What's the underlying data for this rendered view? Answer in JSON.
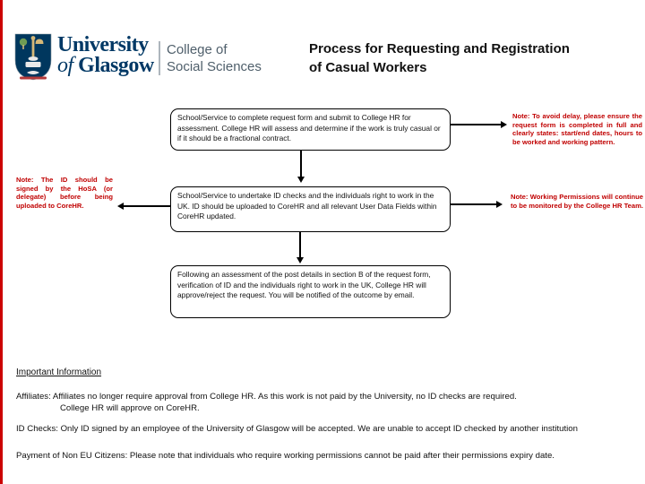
{
  "logo": {
    "university_line1": "University",
    "of_word": "of",
    "glasgow_word": "Glasgow",
    "college_line1": "College of",
    "college_line2": "Social Sciences",
    "crest_icon": "university-of-glasgow-crest"
  },
  "header": {
    "title_line1": "Process for Requesting and Registration",
    "title_line2": "of Casual Workers"
  },
  "flowchart": {
    "boxes": [
      {
        "text": "School/Service to complete request form and submit to College HR for assessment. College HR will assess and determine if the work is truly casual or if it should be a fractional contract."
      },
      {
        "text": "School/Service to undertake ID checks and the individuals right to work in the UK. ID should be uploaded to CoreHR and all relevant User Data Fields within CoreHR updated."
      },
      {
        "text": "Following an assessment of the post details in section B of the request form, verification of ID and the individuals right to work in the UK, College HR will approve/reject the request. You will be notified of the outcome by email."
      }
    ],
    "notes": {
      "right1": "Note: To avoid delay, please ensure the request form is completed in full and clearly states: start/end dates, hours to be worked and working pattern.",
      "left": "Note: The ID should be signed by the HoSA (or delegate) before being uploaded to CoreHR.",
      "right2": "Note: Working Permissions will continue to be monitored by the College HR Team."
    }
  },
  "important": {
    "heading": "Important Information",
    "affiliates_line1": "Affiliates: Affiliates no longer require approval from College HR. As this work is not paid by the University, no ID checks are required.",
    "affiliates_line2": "College HR will approve on CoreHR.",
    "id_checks": "ID Checks: Only ID signed by an employee of the University of Glasgow will be accepted. We are unable to accept ID checked by another institution",
    "payment": "Payment of Non EU Citizens:  Please note that individuals who require working permissions cannot be paid after their permissions expiry date."
  },
  "colors": {
    "accent_red": "#cc0000",
    "note_red": "#c00000",
    "uofg_navy": "#003865",
    "college_slate": "#4f5f6b"
  }
}
